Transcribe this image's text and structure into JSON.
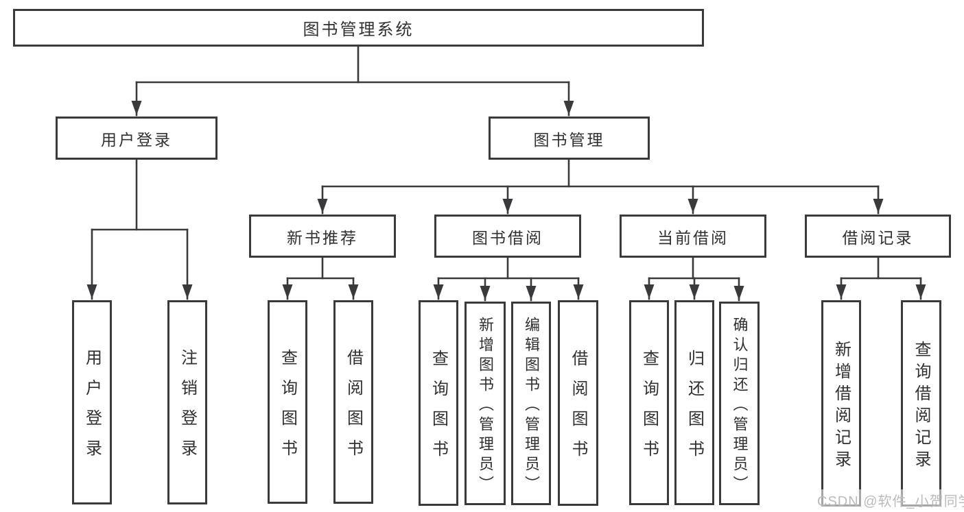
{
  "diagram": {
    "root": {
      "label": "图书管理系统"
    },
    "branches": [
      {
        "label": "用户登录",
        "children": [
          {
            "label": "用户登录"
          },
          {
            "label": "注销登录"
          }
        ]
      },
      {
        "label": "图书管理",
        "children": [
          {
            "label": "新书推荐",
            "children": [
              {
                "label": "查询图书"
              },
              {
                "label": "借阅图书"
              }
            ]
          },
          {
            "label": "图书借阅",
            "children": [
              {
                "label": "查询图书"
              },
              {
                "label": "新增图书（管理员）"
              },
              {
                "label": "编辑图书（管理员）"
              },
              {
                "label": "借阅图书"
              }
            ]
          },
          {
            "label": "当前借阅",
            "children": [
              {
                "label": "查询图书"
              },
              {
                "label": "归还图书"
              },
              {
                "label": "确认归还（管理员）"
              }
            ]
          },
          {
            "label": "借阅记录",
            "children": [
              {
                "label": "新增借阅记录"
              },
              {
                "label": "查询借阅记录"
              }
            ]
          }
        ]
      }
    ]
  },
  "watermark": {
    "text": "CSDN @软件_小贺同学"
  },
  "colors": {
    "line": "#3a3a3c",
    "box_border": "#3a3a3c",
    "box_fill": "#ffffff",
    "text": "#303032",
    "watermark": "#b9babc",
    "background": "#ffffff"
  }
}
